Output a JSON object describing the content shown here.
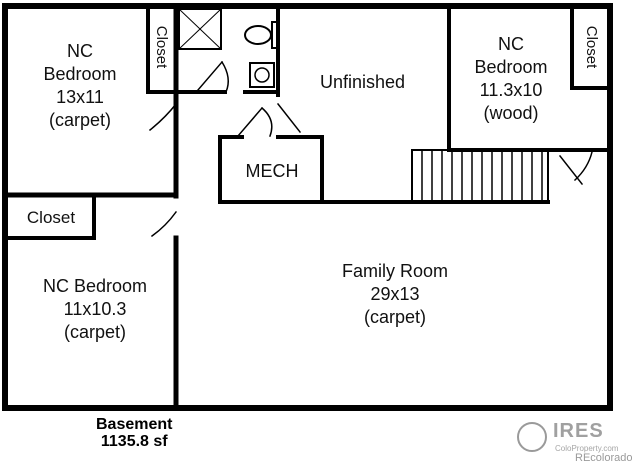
{
  "rooms": {
    "bedroom_top_left": {
      "line1": "NC",
      "line2": "Bedroom",
      "size": "13x11",
      "floor": "(carpet)"
    },
    "bedroom_top_right": {
      "line1": "NC",
      "line2": "Bedroom",
      "size": "11.3x10",
      "floor": "(wood)"
    },
    "bedroom_left": {
      "line1": "NC Bedroom",
      "size": "11x10.3",
      "floor": "(carpet)"
    },
    "family_room": {
      "name": "Family Room",
      "size": "29x13",
      "floor": "(carpet)"
    },
    "unfinished": {
      "name": "Unfinished"
    },
    "mech": {
      "name": "MECH"
    },
    "closet_top_left": {
      "name": "Closet"
    },
    "closet_top_right": {
      "name": "Closet"
    },
    "closet_left": {
      "name": "Closet"
    }
  },
  "footer": {
    "title": "Basement",
    "area": "1135.8 sf"
  },
  "watermark": {
    "logo": "IRES",
    "sub": "ColoProperty.com",
    "credit": "REcolorado"
  }
}
